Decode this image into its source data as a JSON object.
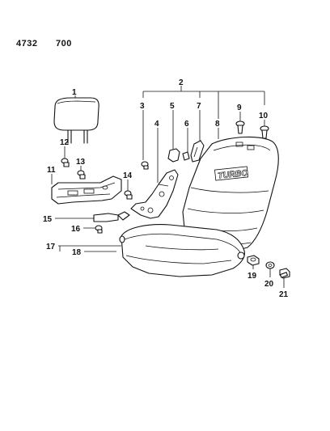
{
  "header": {
    "diagram_number": "4732",
    "page_code": "700"
  },
  "emblem": {
    "text": "TURBO"
  },
  "callouts": {
    "c1": "1",
    "c2": "2",
    "c3": "3",
    "c4": "4",
    "c5": "5",
    "c6": "6",
    "c7": "7",
    "c8": "8",
    "c9": "9",
    "c10": "10",
    "c11": "11",
    "c12": "12",
    "c13": "13",
    "c14": "14",
    "c15": "15",
    "c16": "16",
    "c17": "17",
    "c18": "18",
    "c19": "19",
    "c20": "20",
    "c21": "21"
  }
}
